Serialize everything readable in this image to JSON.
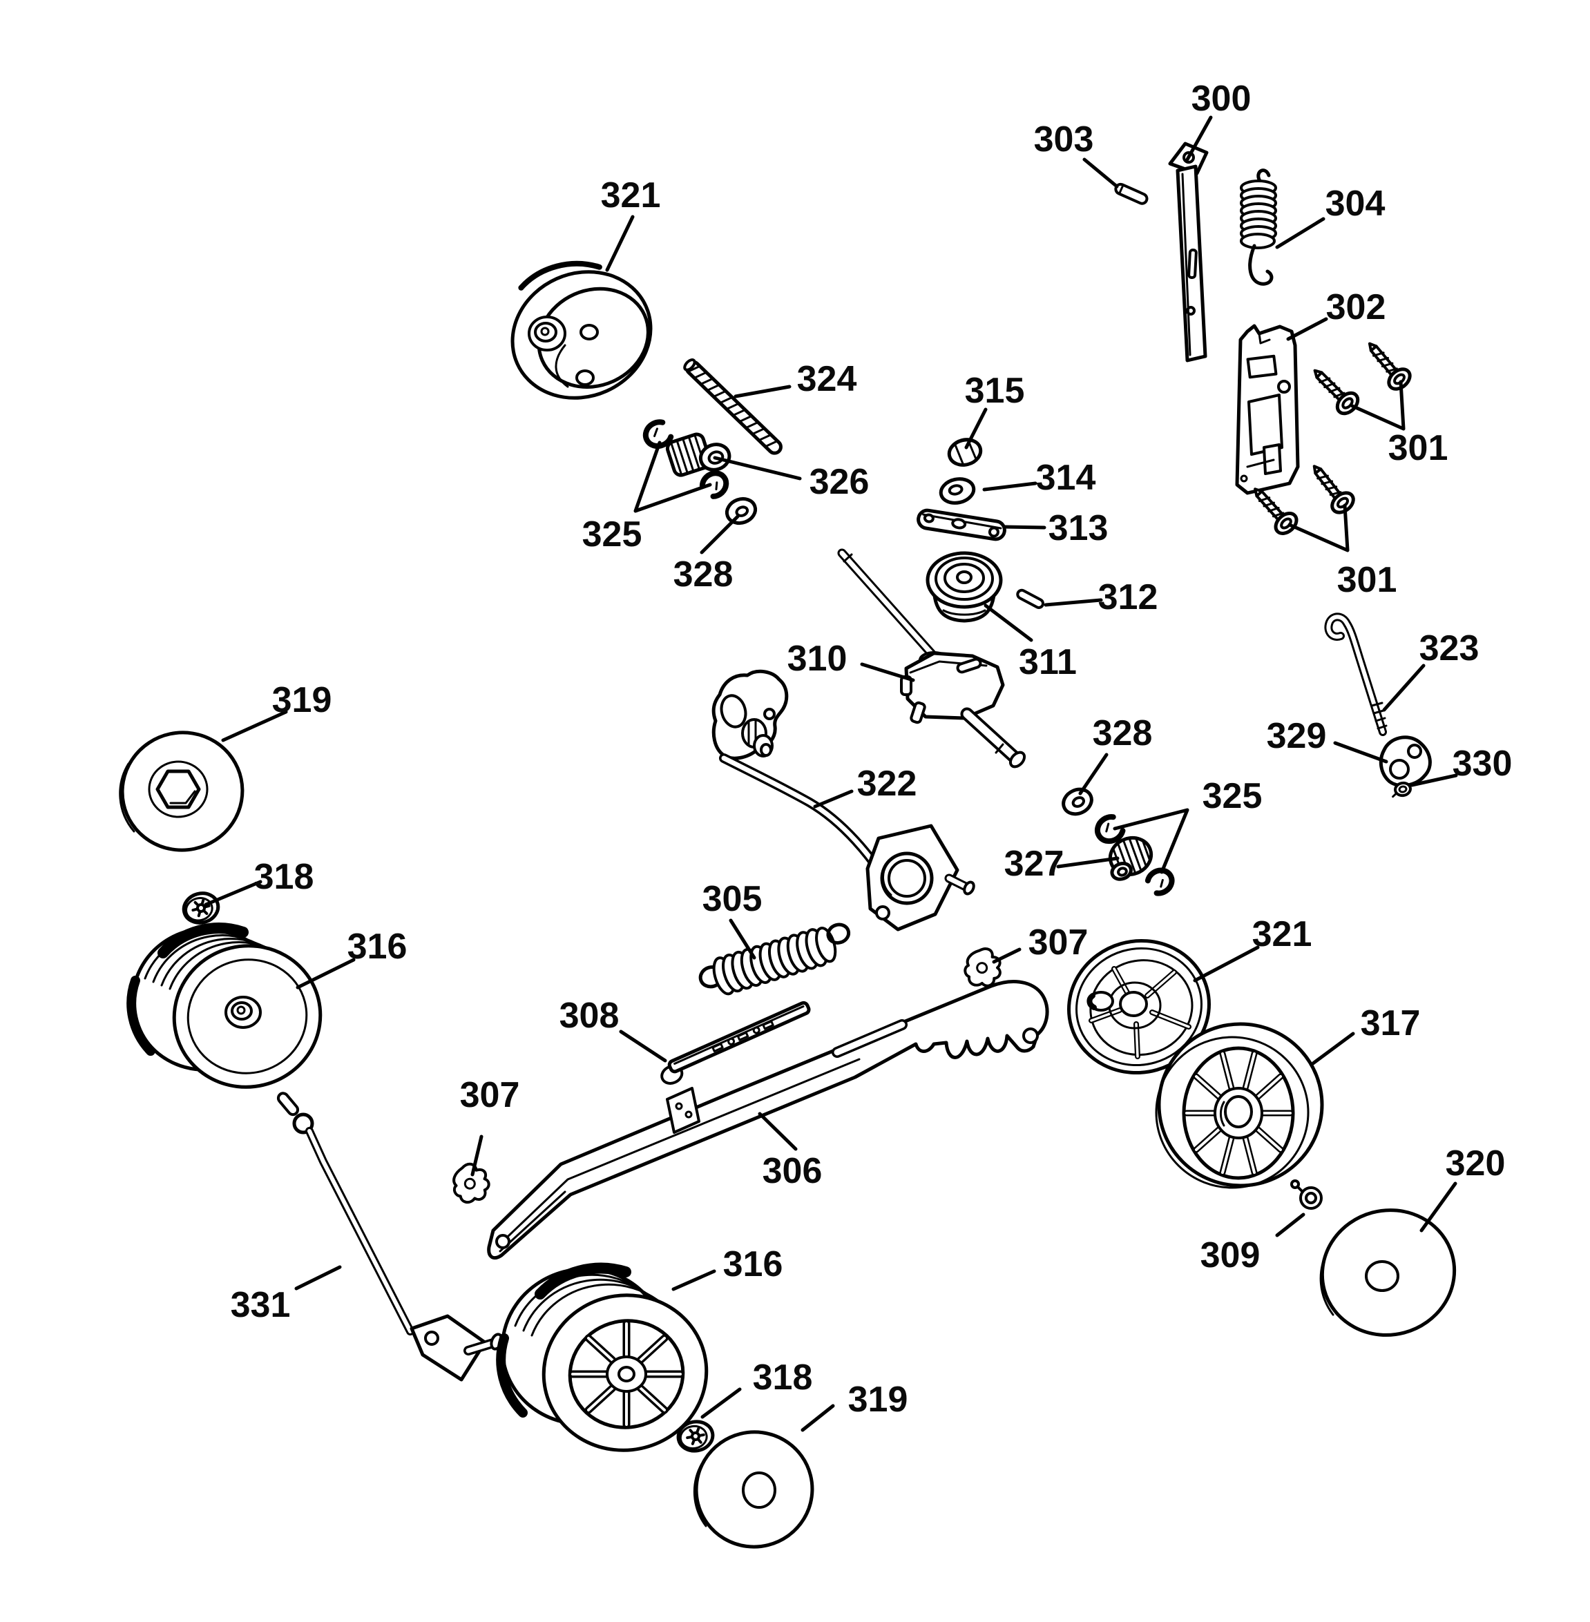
{
  "figure": {
    "type": "exploded-parts-diagram",
    "subject": "walk-behind mower drive, wheel and axle assembly",
    "background_color": "#ffffff",
    "line_color": "#000000",
    "callouts": [
      {
        "text": "300",
        "part": "up-stop bar"
      },
      {
        "text": "303",
        "part": "roll pin"
      },
      {
        "text": "304",
        "part": "extension spring small"
      },
      {
        "text": "302",
        "part": "mounting bracket plate"
      },
      {
        "text": "301",
        "part": "shoulder screws upper pair"
      },
      {
        "text": "301",
        "part": "shoulder screws lower pair"
      },
      {
        "text": "321",
        "part": "wheel pulley disc top left"
      },
      {
        "text": "324",
        "part": "threaded adjustment screw"
      },
      {
        "text": "315",
        "part": "slotted nut"
      },
      {
        "text": "326",
        "part": "pinion gear"
      },
      {
        "text": "314",
        "part": "washer"
      },
      {
        "text": "325",
        "part": "retaining e-rings left"
      },
      {
        "text": "328",
        "part": "flat washer left"
      },
      {
        "text": "313",
        "part": "link bar"
      },
      {
        "text": "312",
        "part": "drive pin"
      },
      {
        "text": "311",
        "part": "drive pulley"
      },
      {
        "text": "310",
        "part": "gearbox"
      },
      {
        "text": "322",
        "part": "idler arm assembly"
      },
      {
        "text": "323",
        "part": "hook rod"
      },
      {
        "text": "329",
        "part": "anchor bracket"
      },
      {
        "text": "330",
        "part": "lock nut"
      },
      {
        "text": "328",
        "part": "flat washer right"
      },
      {
        "text": "325",
        "part": "retaining e-rings right"
      },
      {
        "text": "327",
        "part": "pinion gear right"
      },
      {
        "text": "319",
        "part": "hub cap left"
      },
      {
        "text": "318",
        "part": "push nut left"
      },
      {
        "text": "316",
        "part": "rear wheel left"
      },
      {
        "text": "305",
        "part": "extension spring large"
      },
      {
        "text": "307",
        "part": "cable clip right"
      },
      {
        "text": "321",
        "part": "wheel pulley right"
      },
      {
        "text": "317",
        "part": "drive wheel"
      },
      {
        "text": "308",
        "part": "notched adjuster rod"
      },
      {
        "text": "307",
        "part": "cable clip left"
      },
      {
        "text": "306",
        "part": "height adjuster lever"
      },
      {
        "text": "331",
        "part": "axle arm"
      },
      {
        "text": "316",
        "part": "rear wheel bottom"
      },
      {
        "text": "320",
        "part": "hub cap right"
      },
      {
        "text": "309",
        "part": "push nut right"
      },
      {
        "text": "318",
        "part": "push nut bottom"
      },
      {
        "text": "319",
        "part": "hub cap bottom"
      }
    ]
  }
}
